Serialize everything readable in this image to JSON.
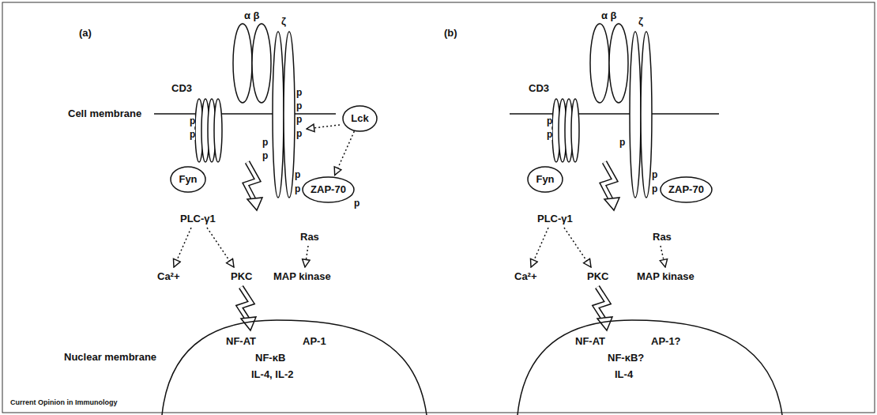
{
  "diagram": {
    "nodes": [
      {
        "text": [
          "Fyn"
        ]
      },
      {
        "text": [
          "Lck"
        ]
      },
      {
        "text": [
          "ZAP-70"
        ]
      },
      {
        "text": [
          "Fyn"
        ]
      },
      {
        "text": [
          "ZAP-70"
        ]
      }
    ],
    "edges": [
      {
        "from": 1,
        "to": 2,
        "arrow": "to"
      }
    ],
    "labels": [
      "(a)",
      "α β",
      "CD3",
      "ζ",
      "Cell membrane",
      "p",
      "p",
      "p",
      "p",
      "p",
      "p",
      "p",
      "p",
      "p",
      "p",
      "p",
      "PLC-γ1",
      "Ras",
      "Ca²+",
      "PKC",
      "MAP kinase",
      "Nuclear membrane",
      "NF-AT",
      "AP-1",
      "NF-κB",
      "IL-4, IL-2",
      "(b)",
      "α β",
      "CD3",
      "ζ",
      "p",
      "p",
      "p",
      "p",
      "p",
      "PLC-γ1",
      "Ras",
      "Ca²+",
      "PKC",
      "MAP kinase",
      "NF-AT",
      "AP-1?",
      "NF-κB?",
      "IL-4",
      "Current Opinion in Immunology"
    ]
  }
}
